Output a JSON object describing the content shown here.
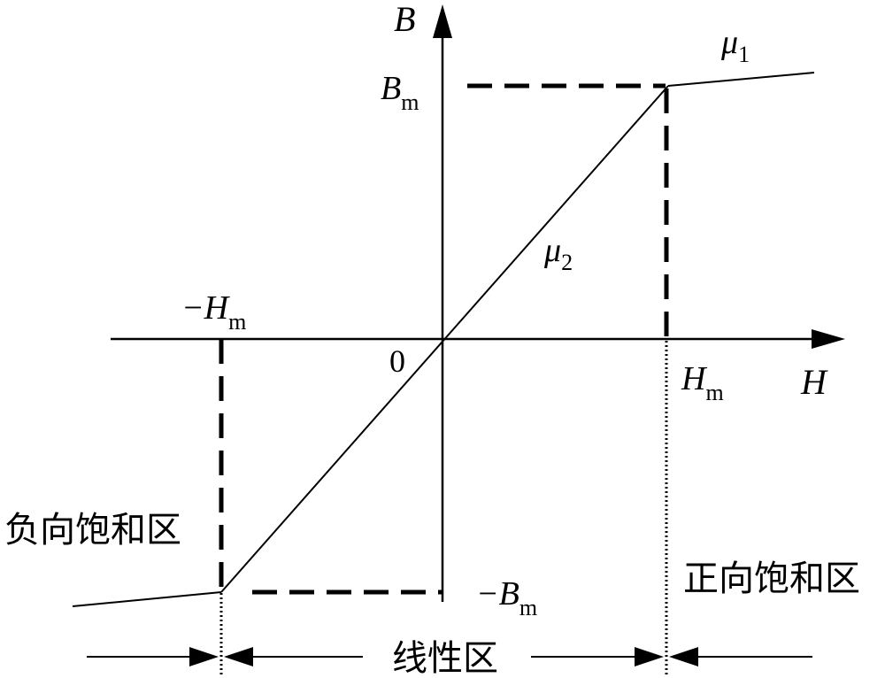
{
  "diagram": {
    "axes": {
      "x_label": "H",
      "y_label": "B",
      "origin": "0"
    },
    "labels": {
      "bm_main": "B",
      "bm_sub": "m",
      "neg_bm_main": "−B",
      "neg_bm_sub": "m",
      "hm_main": "H",
      "hm_sub": "m",
      "neg_hm_main": "−H",
      "neg_hm_sub": "m",
      "mu1_main": "μ",
      "mu1_sub": "1",
      "mu2_main": "μ",
      "mu2_sub": "2"
    },
    "regions": {
      "negative_saturation": "负向饱和区",
      "positive_saturation": "正向饱和区",
      "linear": "线性区"
    }
  }
}
